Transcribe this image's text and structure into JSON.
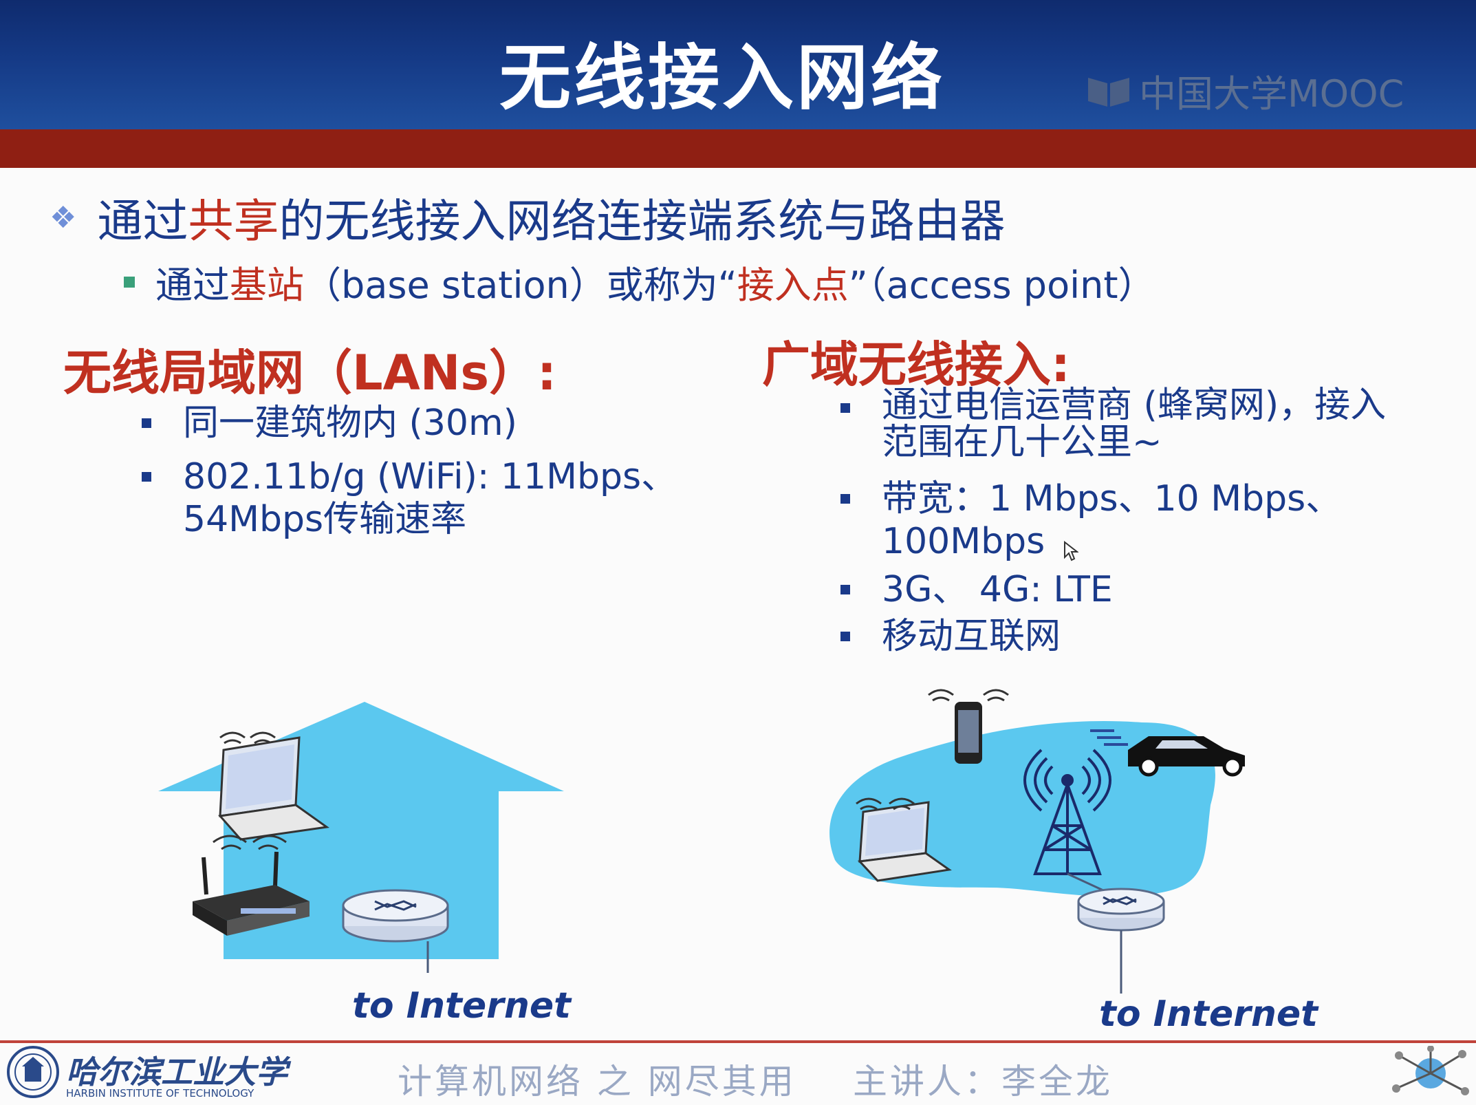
{
  "slide": {
    "title": "无线接入网络",
    "watermark": "中国大学MOOC",
    "bullet1": {
      "p1": "通过",
      "p2": "共享",
      "p3": "的无线接入网络",
      "p4": "连接端系统与路由器"
    },
    "bullet2": {
      "p1": "通过",
      "p2": "基站",
      "p3": "（base station）或称为“",
      "p4": "接入点",
      "p5": "”（access point）"
    },
    "left": {
      "heading": "无线局域网（LANs）:",
      "items": [
        "同一建筑物内 (30m)",
        "802.11b/g (WiFi): 11Mbps、",
        "54Mbps传输速率"
      ],
      "caption": "to Internet"
    },
    "right": {
      "heading": "广域无线接入:",
      "items": [
        "通过电信运营商 (蜂窝网)，接入",
        "范围在几十公里~",
        "带宽：1 Mbps、10 Mbps、",
        "100Mbps",
        "3G、 4G:  LTE",
        "移动互联网"
      ],
      "caption": "to Internet"
    },
    "footer": {
      "university": "哈尔滨工业大学",
      "university_en": "HARBIN INSTITUTE OF TECHNOLOGY",
      "course": "计算机网络 之 网尽其用",
      "speaker": "主讲人：李全龙"
    }
  },
  "colors": {
    "header_blue": "#153a86",
    "stripe_red": "#8f1f13",
    "text_blue": "#1a3a8a",
    "accent_red": "#c03020",
    "diagram_fill": "#5bc8ef"
  },
  "icons": [
    "mooc-logo-icon",
    "laptop-icon",
    "wifi-waves-icon",
    "wireless-router-icon",
    "router-icon",
    "phone-icon",
    "car-icon",
    "cell-tower-icon",
    "hit-logo-icon",
    "network-globe-icon"
  ]
}
